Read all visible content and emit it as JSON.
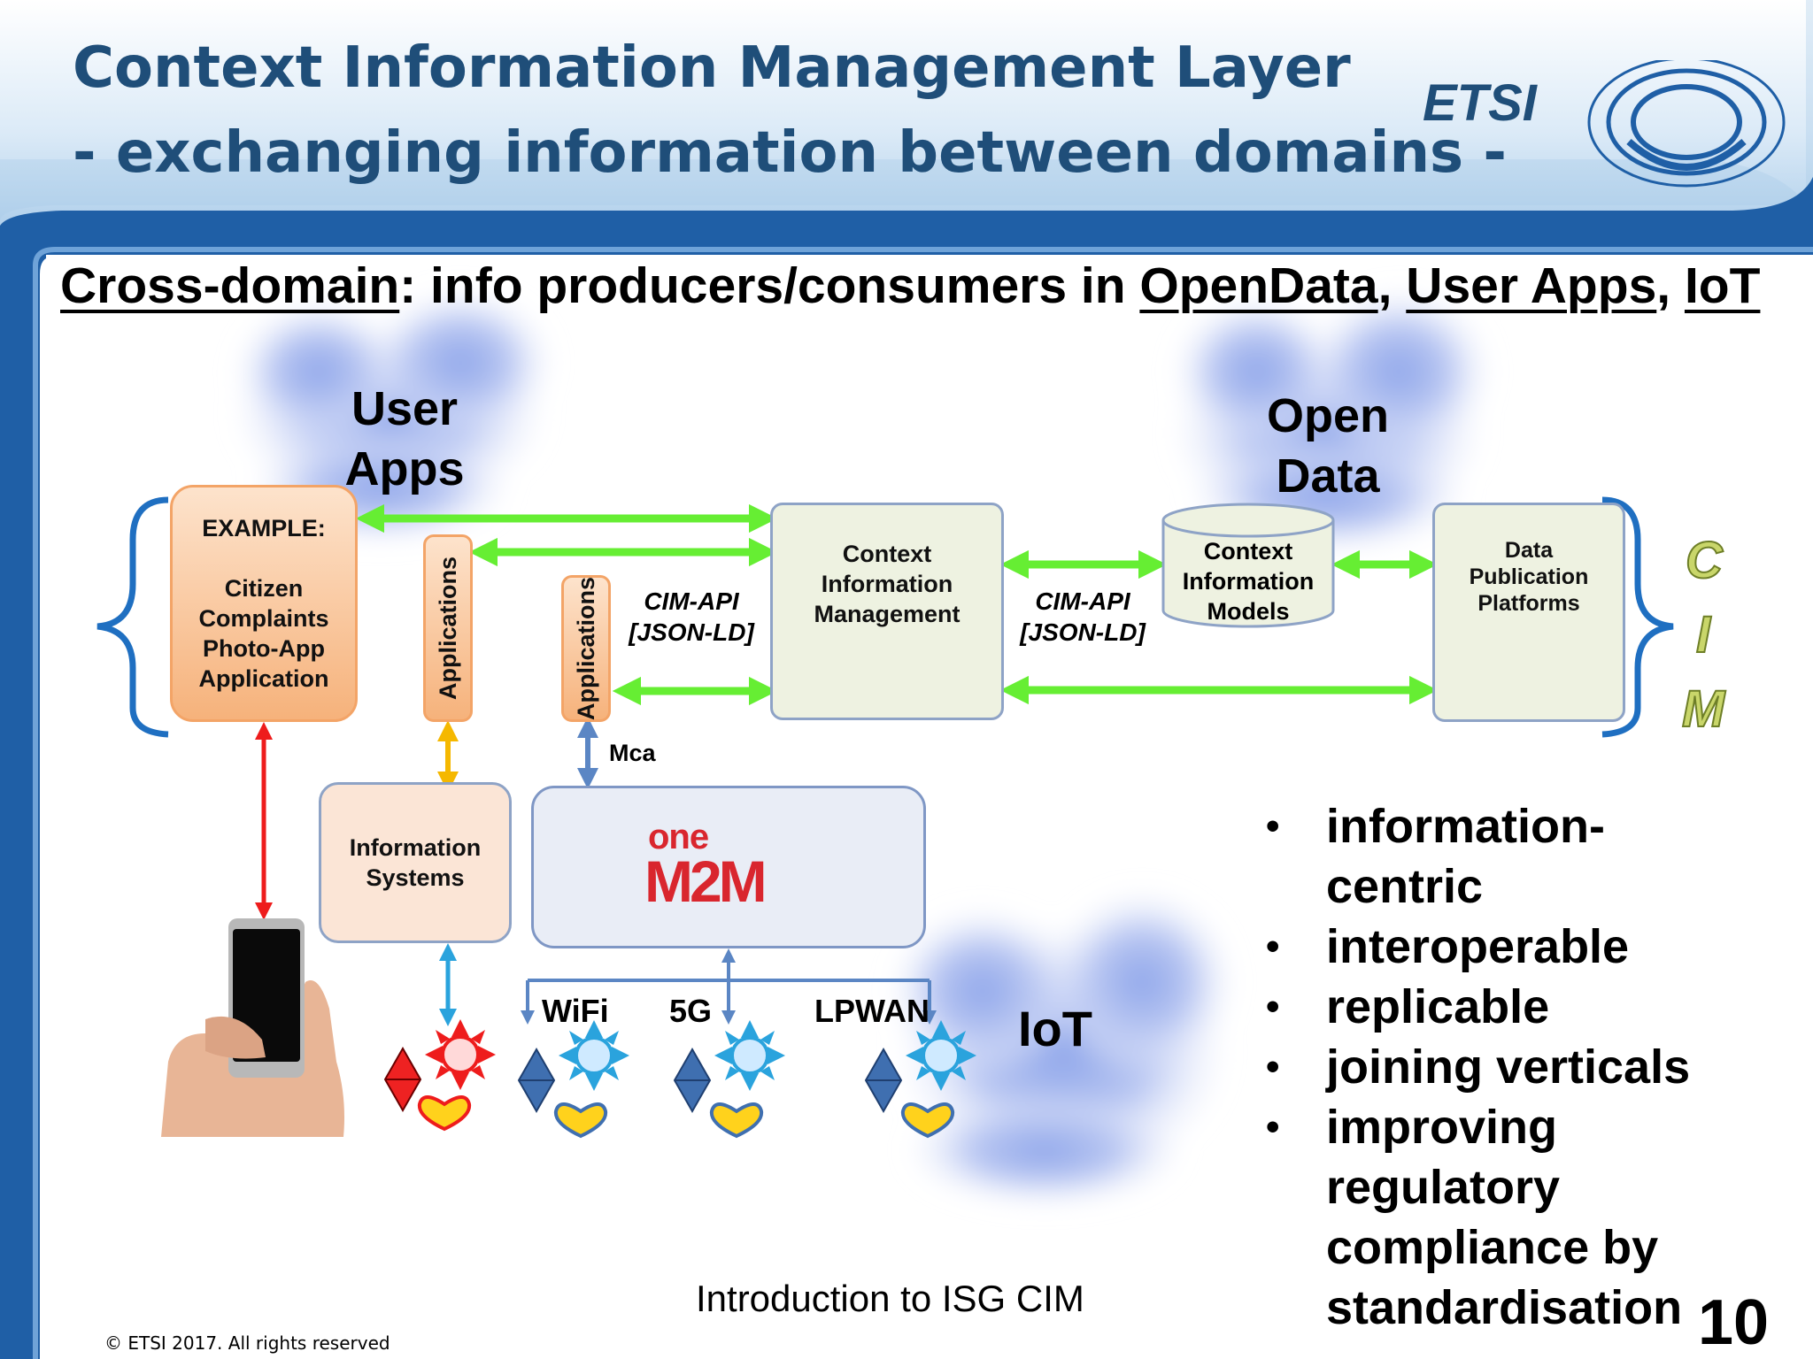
{
  "title": {
    "line1": "Context Information Management Layer",
    "line2": "- exchanging information between domains -"
  },
  "logo": {
    "text": "ETSI"
  },
  "subtitle": {
    "term1": "Cross-domain",
    "middle": ": info producers/consumers in ",
    "term2": "OpenData",
    "sep1": ", ",
    "term3": "User Apps",
    "sep2": ", ",
    "term4": "IoT"
  },
  "clouds": {
    "user_apps": [
      "User",
      "Apps"
    ],
    "open_data": [
      "Open",
      "Data"
    ],
    "iot": "IoT"
  },
  "boxes": {
    "example": [
      "EXAMPLE:",
      "",
      "Citizen",
      "Complaints",
      "Photo-App",
      "Application"
    ],
    "applications_1": "Applications",
    "applications_2": "Applications",
    "cim": [
      "Context",
      "Information",
      "Management"
    ],
    "models": [
      "Context",
      "Information",
      "Models"
    ],
    "publication": [
      "Data",
      "Publication",
      "Platforms"
    ],
    "info_systems": [
      "Information",
      "Systems"
    ],
    "onem2m": {
      "one": "one",
      "m2m": "M2M"
    }
  },
  "labels": {
    "api_left": [
      "CIM-API",
      "[JSON-LD]"
    ],
    "api_right": [
      "CIM-API",
      "[JSON-LD]"
    ],
    "mca": "Mca",
    "wifi": "WiFi",
    "g5": "5G",
    "lpwan": "LPWAN"
  },
  "cim_side": [
    "C",
    "I",
    "M"
  ],
  "bullets": [
    [
      "information-",
      "centric"
    ],
    [
      "interoperable"
    ],
    [
      "replicable"
    ],
    [
      "joining verticals"
    ],
    [
      "improving",
      "regulatory",
      "compliance by",
      "standardisation"
    ]
  ],
  "footer": {
    "center": "Introduction to ISG CIM",
    "copyright": "© ETSI 2017. All rights reserved",
    "page": "10"
  },
  "colors": {
    "title": "#1f4e79",
    "frame": "#1f5fa6",
    "green_arrow": "#66ee33",
    "red_arrow": "#ee1c1c",
    "orange_arrow": "#f5b800",
    "blue_arrow": "#2aa3dd",
    "steel_arrow": "#5b86c4"
  },
  "icons": [
    "user-apps-cloud",
    "open-data-cloud",
    "iot-cloud",
    "smartphone-hand-photo",
    "diamond-icon",
    "sun-icon",
    "heart-icon",
    "etsi-logo",
    "onem2m-logo"
  ]
}
